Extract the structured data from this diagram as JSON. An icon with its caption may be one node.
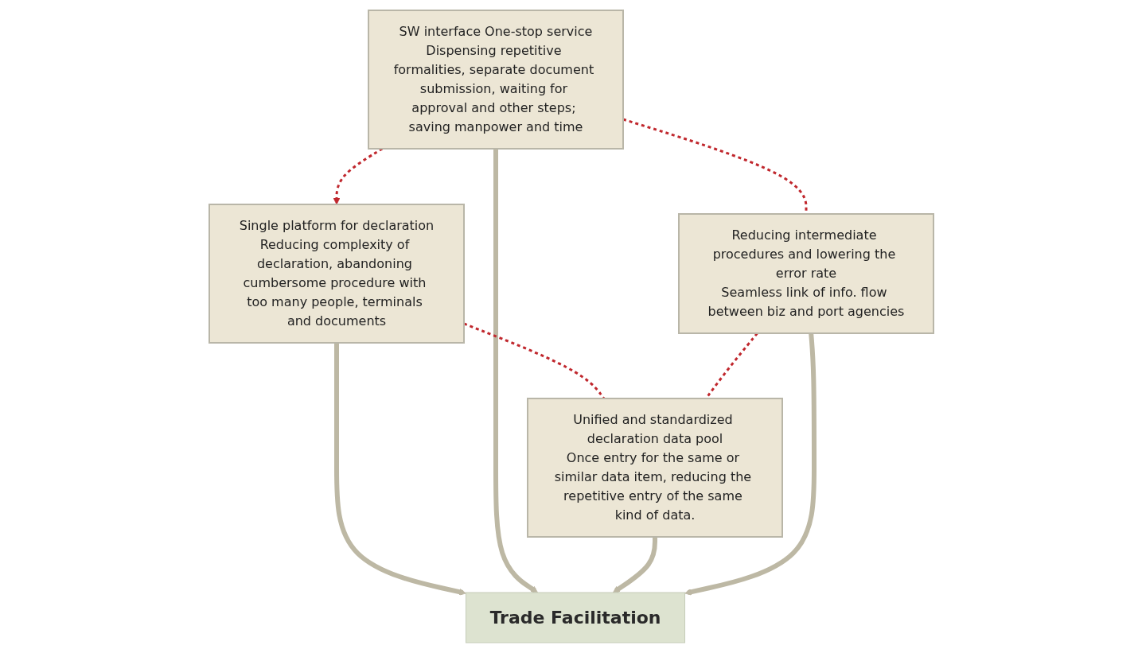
{
  "diagram": {
    "nodes": [
      {
        "text": [
          "Single platform for declaration",
          "Reducing complexity of declaration, abandoning cumbersome procedure with too many people, terminals and documents"
        ]
      },
      {
        "text": [
          "SW interface One-stop service",
          "Dispensing repetitive formalities, separate document submission, waiting for approval and other steps; saving manpower and time"
        ]
      },
      {
        "text": [
          "Trade Facilitation"
        ]
      },
      {
        "text": [
          "Unified and standardized declaration data pool",
          "Once entry for the same or similar data item, reducing the repetitive entry of the same kind of data."
        ]
      },
      {
        "text": [
          "Reducing intermediate procedures and lowering the error rate",
          "Seamless link of info. flow between biz and port agencies"
        ]
      }
    ],
    "edges": [
      {
        "from": 0,
        "to": 2,
        "arrow": "to",
        "style": "thick"
      },
      {
        "from": 1,
        "to": 2,
        "arrow": "to",
        "style": "thick"
      },
      {
        "from": 3,
        "to": 2,
        "arrow": "to",
        "style": "thick"
      },
      {
        "from": 4,
        "to": 2,
        "arrow": "to",
        "style": "thick"
      },
      {
        "from": 1,
        "to": 0,
        "arrow": "to",
        "style": "dashed",
        "color": "#c0272d"
      },
      {
        "from": 0,
        "to": 3,
        "arrow": "none",
        "style": "dashed",
        "color": "#c0272d"
      },
      {
        "from": 1,
        "to": 4,
        "arrow": "none",
        "style": "dashed",
        "color": "#c0272d"
      },
      {
        "from": 4,
        "to": 3,
        "arrow": "none",
        "style": "dashed",
        "color": "#c0272d"
      }
    ]
  }
}
